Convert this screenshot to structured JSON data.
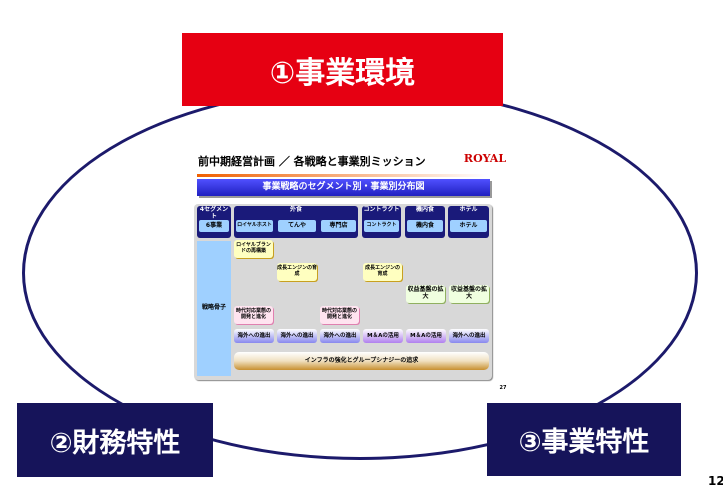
{
  "top_label": "①事業環境",
  "left_label": "②財務特性",
  "right_label": "③事業特性",
  "page_number": "12",
  "slide": {
    "title": "前中期経営計画 ／ 各戦略と事業別ミッション",
    "logo": "ROYAL",
    "banner": "事業戦略のセグメント別・事業別分布図",
    "headers": [
      "4セグメント",
      "外食",
      "コントラクト",
      "機内食",
      "ホテル"
    ],
    "subheaders": [
      "6事業",
      "ロイヤルホスト",
      "てんや",
      "専門店",
      "コントラクト",
      "機内食",
      "ホテル"
    ],
    "row_label": "戦略骨子",
    "items": {
      "brand": "ロイヤルブランドの再構築",
      "growth1": "成長エンジンの育成",
      "growth2": "成長エンジンの育成",
      "profit1": "収益基盤の拡大",
      "profit2": "収益基盤の拡大",
      "era1": "時代対応業態の開発と進化",
      "era2": "時代対応業態の開発と進化"
    },
    "bottom_row": [
      "海外への進出",
      "海外への進出",
      "海外への進出",
      "M＆Aの活用",
      "M＆Aの活用",
      "海外への進出"
    ],
    "infra": "インフラの強化とグループシナジーの追求",
    "slide_page": "27"
  }
}
